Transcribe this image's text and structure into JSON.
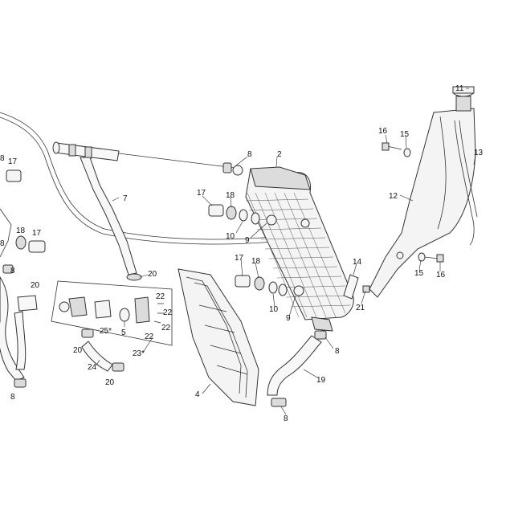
{
  "callouts": [
    {
      "id": "c11",
      "text": "11"
    },
    {
      "id": "c16a",
      "text": "16"
    },
    {
      "id": "c15a",
      "text": "15"
    },
    {
      "id": "c13",
      "text": "13"
    },
    {
      "id": "c12",
      "text": "12"
    },
    {
      "id": "c2",
      "text": "2"
    },
    {
      "id": "c8a",
      "text": "8"
    },
    {
      "id": "c7",
      "text": "7"
    },
    {
      "id": "c17a",
      "text": "17"
    },
    {
      "id": "c18a",
      "text": "18"
    },
    {
      "id": "c10a",
      "text": "10"
    },
    {
      "id": "c9a",
      "text": "9"
    },
    {
      "id": "c17b",
      "text": "17"
    },
    {
      "id": "c18b",
      "text": "18"
    },
    {
      "id": "c10b",
      "text": "10"
    },
    {
      "id": "c9b",
      "text": "9"
    },
    {
      "id": "c14",
      "text": "14"
    },
    {
      "id": "c21",
      "text": "21"
    },
    {
      "id": "c15b",
      "text": "15"
    },
    {
      "id": "c16b",
      "text": "16"
    },
    {
      "id": "c8b",
      "text": "8"
    },
    {
      "id": "c19",
      "text": "19"
    },
    {
      "id": "c8c",
      "text": "8"
    },
    {
      "id": "c4",
      "text": "4"
    },
    {
      "id": "c20a",
      "text": "20"
    },
    {
      "id": "c22a",
      "text": "22"
    },
    {
      "id": "c22b",
      "text": "22"
    },
    {
      "id": "c22c",
      "text": "22"
    },
    {
      "id": "c22d",
      "text": "22"
    },
    {
      "id": "c25",
      "text": "25*"
    },
    {
      "id": "c5",
      "text": "5"
    },
    {
      "id": "c23",
      "text": "23*"
    },
    {
      "id": "c20b",
      "text": "20"
    },
    {
      "id": "c24",
      "text": "24"
    },
    {
      "id": "c20c",
      "text": "20"
    },
    {
      "id": "c8d",
      "text": "8"
    },
    {
      "id": "c17c",
      "text": "17"
    },
    {
      "id": "c18c",
      "text": "18"
    },
    {
      "id": "c17d",
      "text": "17"
    },
    {
      "id": "c8e",
      "text": "8"
    },
    {
      "id": "c20d",
      "text": "20"
    },
    {
      "id": "c8f",
      "text": "8"
    },
    {
      "id": "c8g",
      "text": "8"
    }
  ]
}
